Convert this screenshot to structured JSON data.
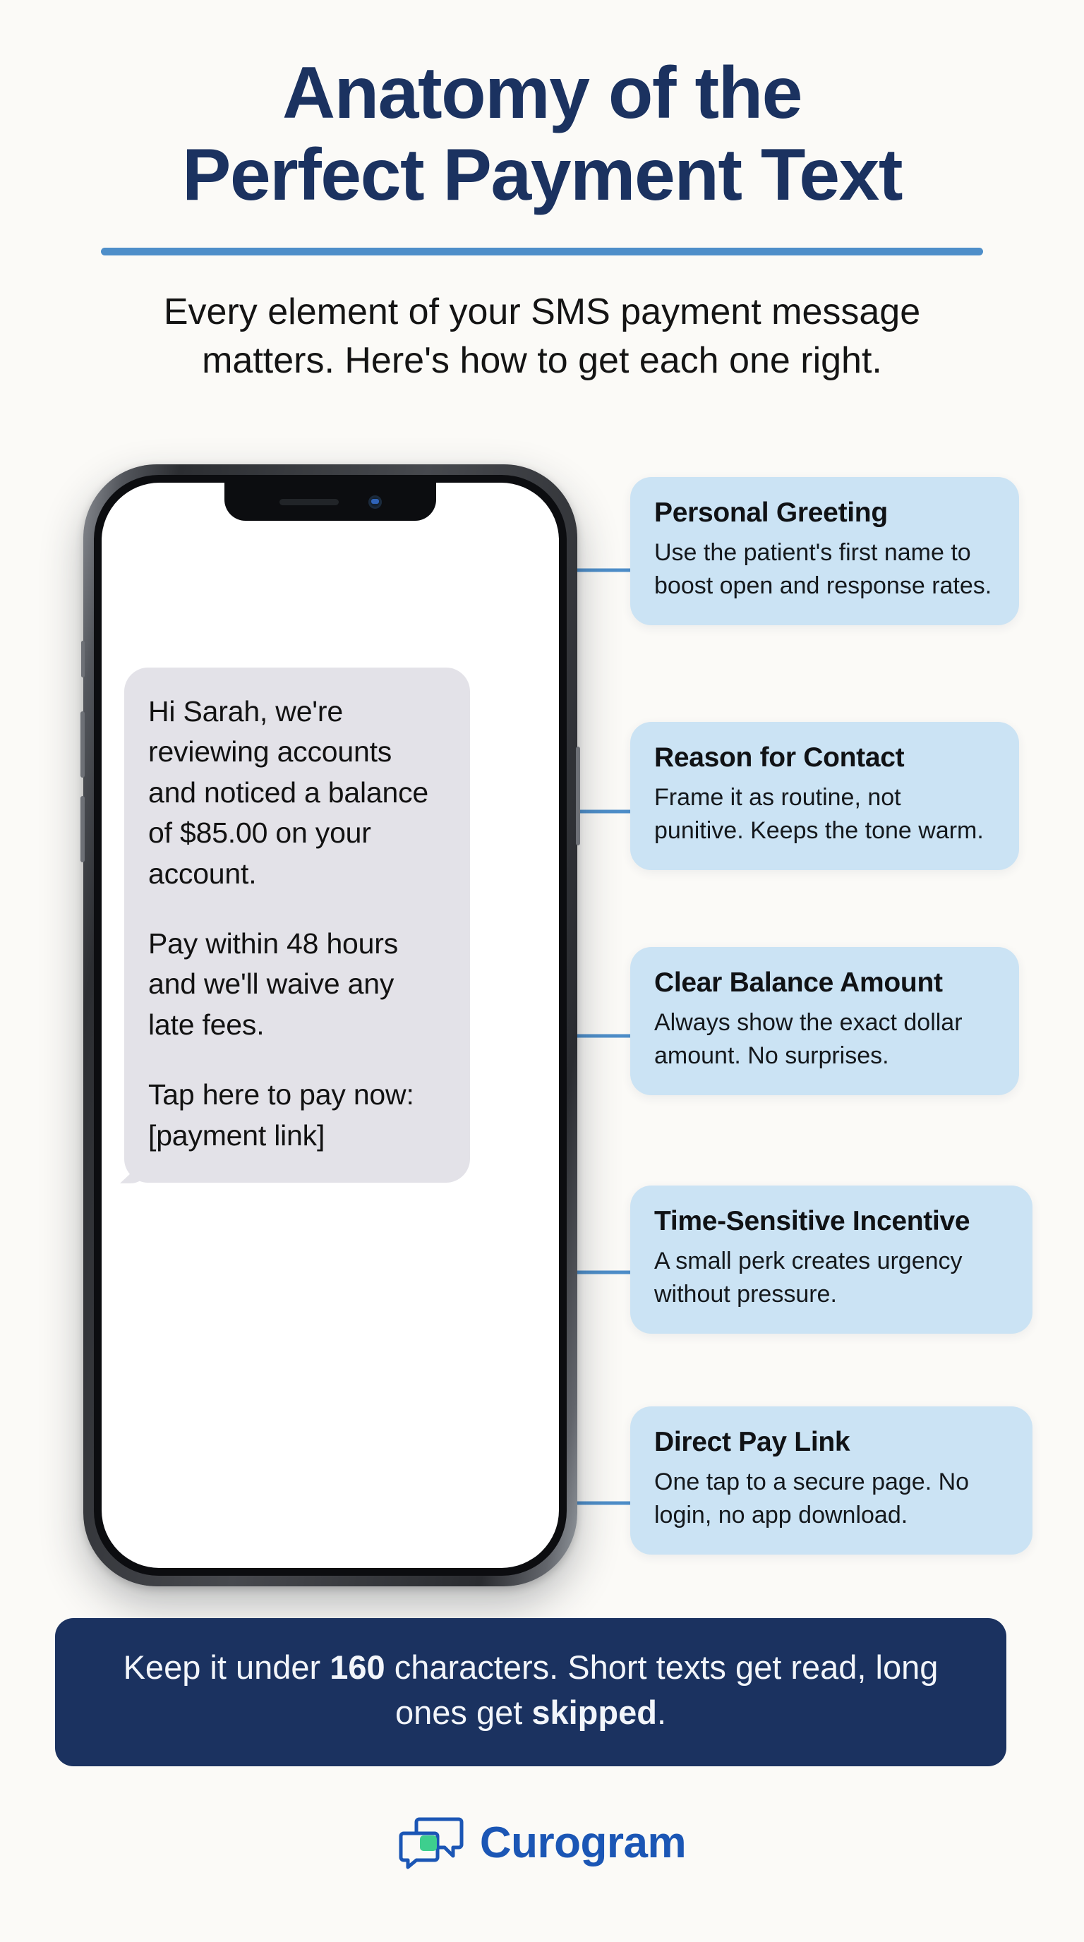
{
  "header": {
    "title_line1": "Anatomy of the",
    "title_line2": "Perfect Payment Text",
    "subtitle_line1": "Every element of your SMS payment message",
    "subtitle_line2": "matters. Here's how to get each one right."
  },
  "colors": {
    "background": "#fbfaf7",
    "navy": "#1b3260",
    "divider_blue": "#4e8ec9",
    "card_blue": "#cbe3f4",
    "bubble_gray": "#e3e2e8",
    "connector_blue": "#4e8ec9",
    "logo_blue": "#1b56b5",
    "logo_green": "#3ecf8e"
  },
  "phone": {
    "message": {
      "paragraph1": "Hi Sarah, we're reviewing accounts and noticed a balance of $85.00 on your account.",
      "paragraph2": "Pay within 48 hours and we'll waive any late fees.",
      "paragraph3": "Tap here to pay now: [payment link]"
    }
  },
  "callouts": [
    {
      "title": "Personal Greeting",
      "body": "Use the patient's first name to boost open and response rates."
    },
    {
      "title": "Reason for Contact",
      "body": "Frame it as routine, not punitive. Keeps the tone warm."
    },
    {
      "title": "Clear Balance Amount",
      "body": "Always show the exact dollar amount. No surprises."
    },
    {
      "title": "Time-Sensitive Incentive",
      "body": "A small perk creates urgency without pressure."
    },
    {
      "title": "Direct Pay Link",
      "body": "One tap to a secure page. No login, no app download."
    }
  ],
  "banner": {
    "part1": "Keep it under ",
    "bold1": "160",
    "part2": " characters. Short texts get read, long ones get ",
    "bold2": "skipped",
    "part3": "."
  },
  "logo": {
    "name": "Curogram"
  }
}
